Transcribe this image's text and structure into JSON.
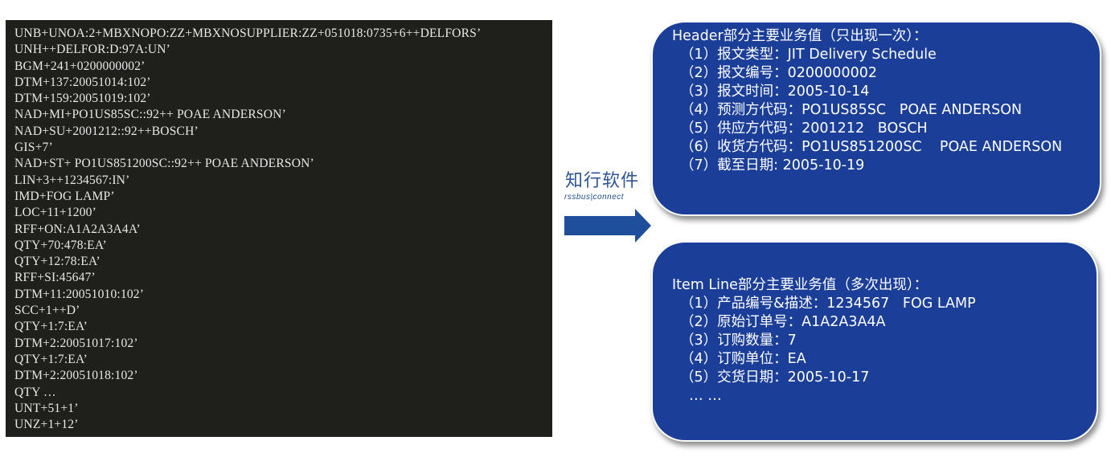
{
  "edi_code": [
    "UNB+UNOA:2+MBXNOPO:ZZ+MBXNOSUPPLIER:ZZ+051018:0735+6++DELFORS’",
    "UNH++DELFOR:D:97A:UN’",
    "BGM+241+0200000002’",
    "DTM+137:20051014:102’",
    "DTM+159:20051019:102’",
    "NAD+MI+PO1US85SC::92++ POAE ANDERSON’",
    "NAD+SU+2001212::92++BOSCH’",
    "GIS+7’",
    "NAD+ST+ PO1US851200SC::92++ POAE ANDERSON’",
    "LIN+3++1234567:IN’",
    "IMD+FOG LAMP’",
    "LOC+11+1200’",
    "RFF+ON:A1A2A3A4A’",
    "QTY+70:478:EA’",
    "QTY+12:78:EA’",
    "RFF+SI:45647’",
    "DTM+11:20051010:102’",
    "SCC+1++D’",
    "QTY+1:7:EA’",
    "DTM+2:20051017:102’",
    "QTY+1:7:EA’",
    "DTM+2:20051018:102’",
    "QTY …",
    "UNT+51+1’",
    "UNZ+1+12’"
  ],
  "brand": {
    "name_cn": "知行软件",
    "name_en": "rssbus|connect"
  },
  "header_box": {
    "title": "Header部分主要业务值（只出现一次）：",
    "items": [
      "（1）报文类型：JIT Delivery Schedule",
      "（2）报文编号：0200000002",
      "（3）报文时间：2005-10-14",
      "（4）预测方代码：PO1US85SC   POAE ANDERSON",
      "（5）供应方代码：2001212   BOSCH",
      "（6）收货方代码：PO1US851200SC    POAE ANDERSON",
      "（7）截至日期: 2005-10-19"
    ]
  },
  "item_box": {
    "title": "Item Line部分主要业务值（多次出现）：",
    "items": [
      "（1）产品编号&描述：1234567   FOG LAMP",
      "（2）原始订单号：A1A2A3A4A",
      "（3）订购数量：7",
      "（4）订购单位：EA",
      "（5）交货日期：2005-10-17",
      "  … …"
    ]
  },
  "colors": {
    "code_bg": "#1f1f1c",
    "box_fill": "#1b3f99",
    "arrow": "#1f4e9c",
    "brand": "#2f5597"
  }
}
